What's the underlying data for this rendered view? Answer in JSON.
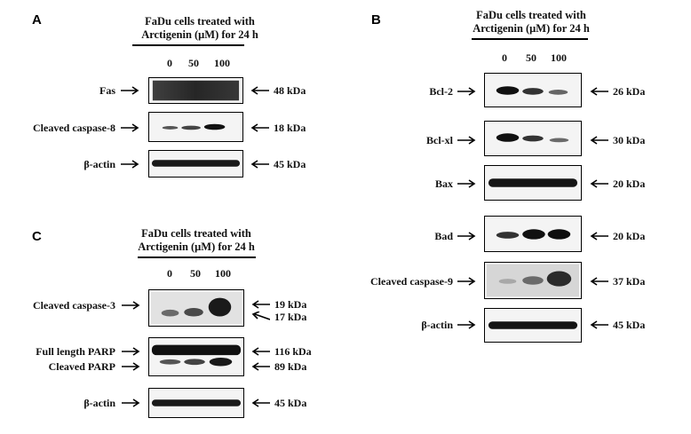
{
  "panels": {
    "A": {
      "letter": "A",
      "header_line1": "FaDu cells treated with",
      "header_line2": "Arctigenin (μM) for 24 h",
      "concentrations": [
        "0",
        "50",
        "100"
      ],
      "blots": [
        {
          "label": "Fas",
          "mw": "48 kDa"
        },
        {
          "label": "Cleaved caspase-8",
          "mw": "18 kDa"
        },
        {
          "label": "β-actin",
          "mw": "45 kDa"
        }
      ]
    },
    "B": {
      "letter": "B",
      "header_line1": "FaDu cells treated with",
      "header_line2": "Arctigenin (μM) for 24 h",
      "concentrations": [
        "0",
        "50",
        "100"
      ],
      "blots": [
        {
          "label": "Bcl-2",
          "mw": "26 kDa"
        },
        {
          "label": "Bcl-xl",
          "mw": "30 kDa"
        },
        {
          "label": "Bax",
          "mw": "20 kDa"
        },
        {
          "label": "Bad",
          "mw": "20 kDa"
        },
        {
          "label": "Cleaved caspase-9",
          "mw": "37 kDa"
        },
        {
          "label": "β-actin",
          "mw": "45 kDa"
        }
      ]
    },
    "C": {
      "letter": "C",
      "header_line1": "FaDu cells treated with",
      "header_line2": "Arctigenin (μM) for 24 h",
      "concentrations": [
        "0",
        "50",
        "100"
      ],
      "blots": [
        {
          "label": "Cleaved caspase-3",
          "mw": "19 kDa",
          "mw2": "17 kDa"
        },
        {
          "label": "Full length PARP",
          "label2": "Cleaved PARP",
          "mw": "116 kDa",
          "mw2": "89 kDa"
        },
        {
          "label": "β-actin",
          "mw": "45 kDa"
        }
      ]
    }
  },
  "colors": {
    "band": "#111111",
    "background_blot": "#f4f4f4",
    "text": "#111111"
  }
}
